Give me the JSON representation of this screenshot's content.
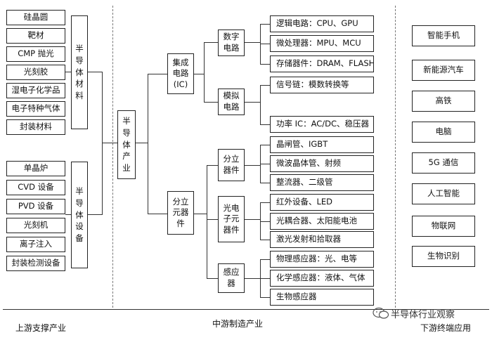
{
  "upstream": {
    "materials": {
      "title": "半导体材料",
      "items": [
        "硅晶圆",
        "靶材",
        "CMP 抛光",
        "光刻胶",
        "湿电子化学品",
        "电子特种气体",
        "封装材料"
      ]
    },
    "equipment": {
      "title": "半导体设备",
      "items": [
        "单晶炉",
        "CVD 设备",
        "PVD 设备",
        "光刻机",
        "离子注入",
        "封装检测设备"
      ]
    }
  },
  "core": {
    "title": "半导体产业",
    "ic": {
      "title": "集成电路(IC)",
      "digital": {
        "title": "数字电路",
        "items": [
          "逻辑电路：CPU、GPU",
          "微处理器：MPU、MCU",
          "存储器件：DRAM、FLASH"
        ]
      },
      "analog": {
        "title": "模拟电路",
        "items": [
          "信号链：模数转换等",
          "功率 IC：AC/DC、稳压器"
        ]
      }
    },
    "discrete": {
      "title": "分立元器件",
      "discrete_devices": {
        "title": "分立器件",
        "items": [
          "晶闸管、IGBT",
          "微波晶体管、射频",
          "整流器、二级管"
        ]
      },
      "optoelectronics": {
        "title": "光电子元器件",
        "items": [
          "红外设备、LED",
          "光耦合器、太阳能电池",
          "激光发射和拾取器"
        ]
      },
      "sensors": {
        "title": "感应器",
        "items": [
          "物理感应器：光、电等",
          "化学感应器：液体、气体",
          "生物感应器"
        ]
      }
    }
  },
  "downstream": {
    "items": [
      "智能手机",
      "新能源汽车",
      "高铁",
      "电脑",
      "5G 通信",
      "人工智能",
      "物联网",
      "生物识别"
    ]
  },
  "footer": {
    "upstream": "上游支撑产业",
    "midstream": "中游制造产业",
    "downstream": "下游终端应用"
  },
  "watermark": "半导体行业观察"
}
